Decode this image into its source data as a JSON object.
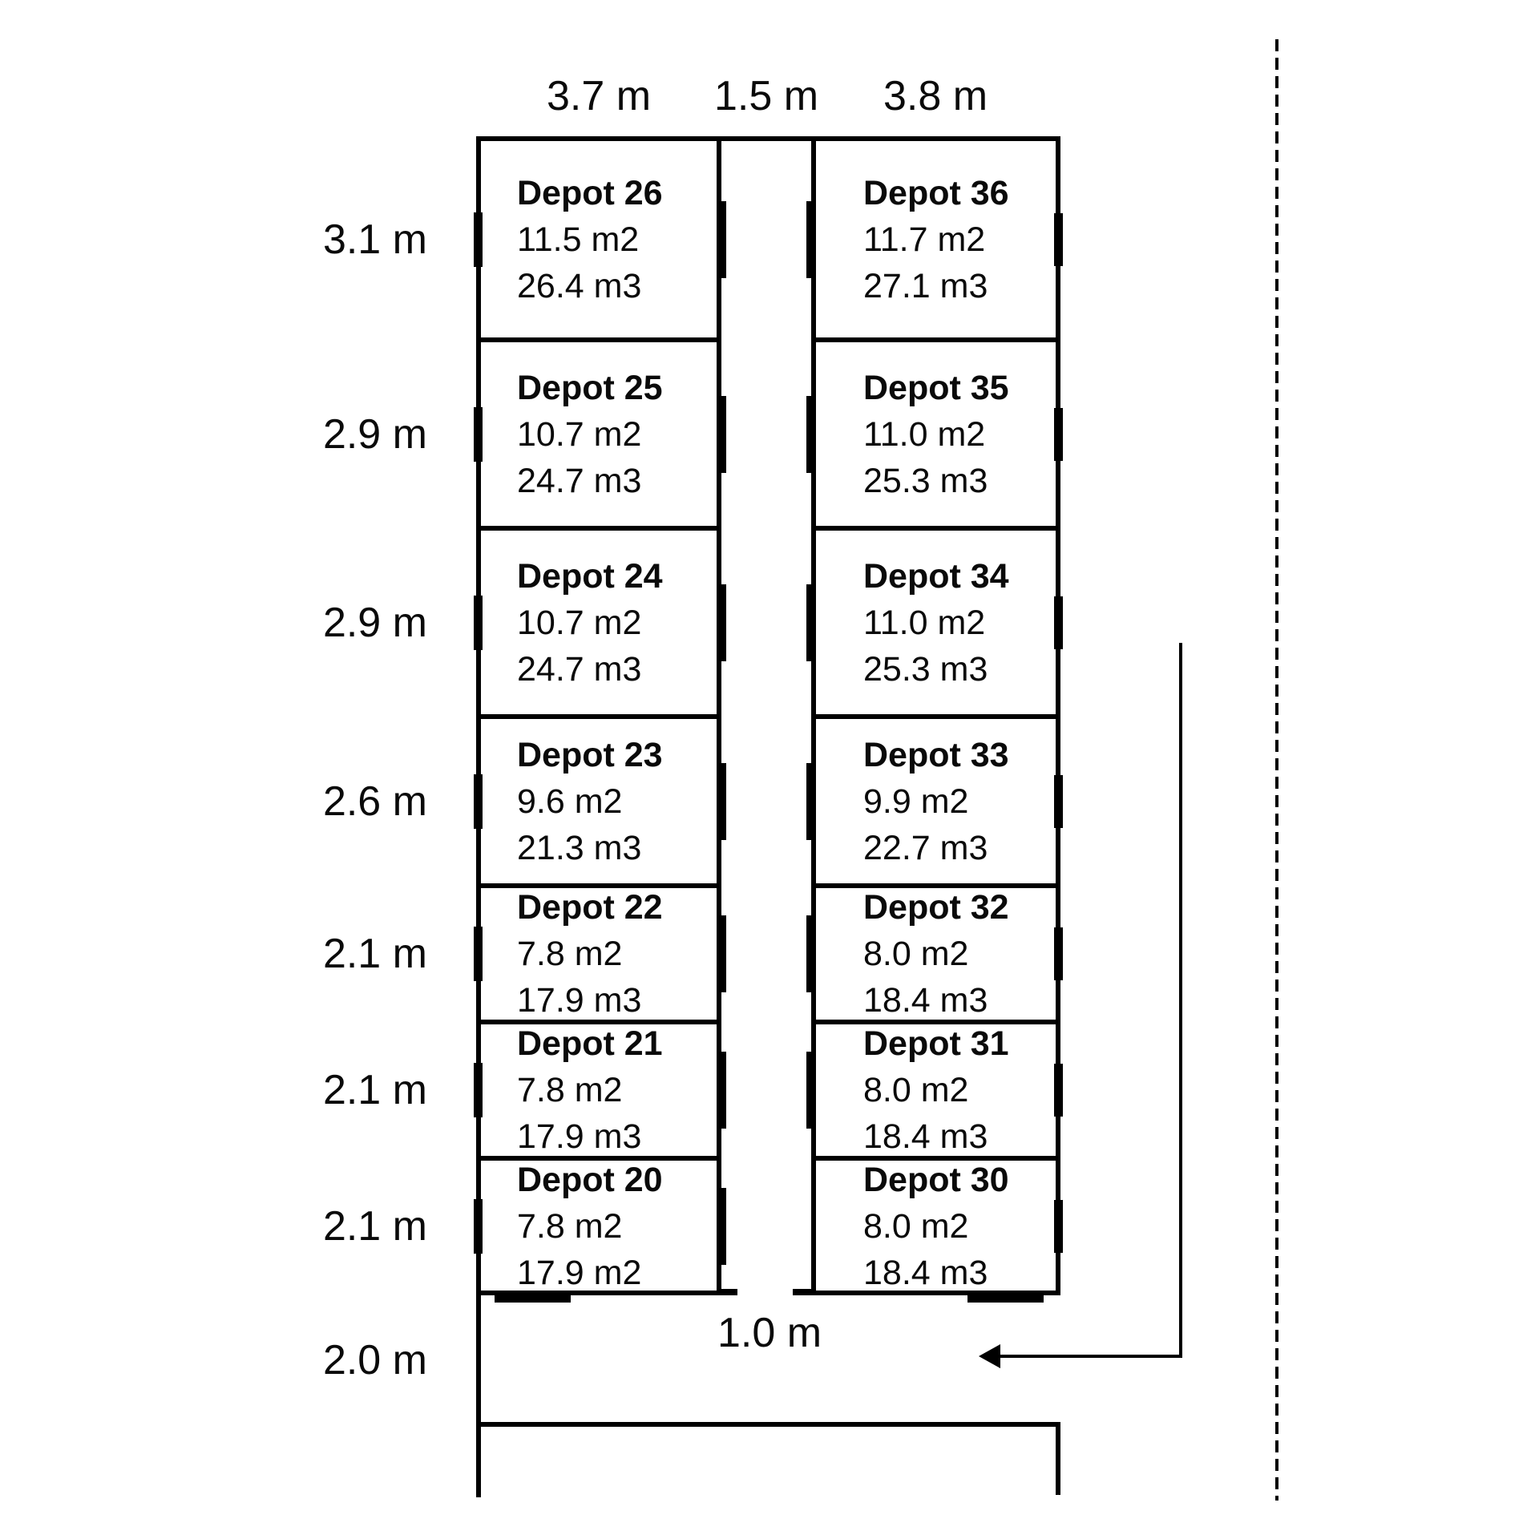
{
  "colors": {
    "wall": "#000000",
    "background": "#ffffff",
    "text": "#0a0a0a"
  },
  "top_dimensions": [
    {
      "label": "3.7 m"
    },
    {
      "label": "1.5 m"
    },
    {
      "label": "3.8 m"
    }
  ],
  "rows": [
    {
      "height_label": "3.1 m",
      "left": {
        "name": "Depot 26",
        "area": "11.5 m2",
        "volume": "26.4 m3"
      },
      "right": {
        "name": "Depot 36",
        "area": "11.7 m2",
        "volume": "27.1 m3"
      }
    },
    {
      "height_label": "2.9 m",
      "left": {
        "name": "Depot 25",
        "area": "10.7 m2",
        "volume": "24.7 m3"
      },
      "right": {
        "name": "Depot 35",
        "area": "11.0 m2",
        "volume": "25.3 m3"
      }
    },
    {
      "height_label": "2.9 m",
      "left": {
        "name": "Depot 24",
        "area": "10.7 m2",
        "volume": "24.7 m3"
      },
      "right": {
        "name": "Depot 34",
        "area": "11.0 m2",
        "volume": "25.3 m3"
      }
    },
    {
      "height_label": "2.6 m",
      "left": {
        "name": "Depot 23",
        "area": "9.6 m2",
        "volume": "21.3 m3"
      },
      "right": {
        "name": "Depot 33",
        "area": "9.9 m2",
        "volume": "22.7 m3"
      }
    },
    {
      "height_label": "2.1 m",
      "left": {
        "name": "Depot 22",
        "area": "7.8 m2",
        "volume": "17.9 m3"
      },
      "right": {
        "name": "Depot 32",
        "area": "8.0 m2",
        "volume": "18.4 m3"
      }
    },
    {
      "height_label": "2.1 m",
      "left": {
        "name": "Depot 21",
        "area": "7.8 m2",
        "volume": "17.9 m3"
      },
      "right": {
        "name": "Depot 31",
        "area": "8.0 m2",
        "volume": "18.4 m3"
      }
    },
    {
      "height_label": "2.1 m",
      "left": {
        "name": "Depot 20",
        "area": "7.8 m2",
        "volume": "17.9 m2"
      },
      "right": {
        "name": "Depot 30",
        "area": "8.0 m2",
        "volume": "18.4 m3"
      }
    }
  ],
  "bottom_area": {
    "height_label": "2.0 m",
    "door_label": "1.0 m"
  }
}
